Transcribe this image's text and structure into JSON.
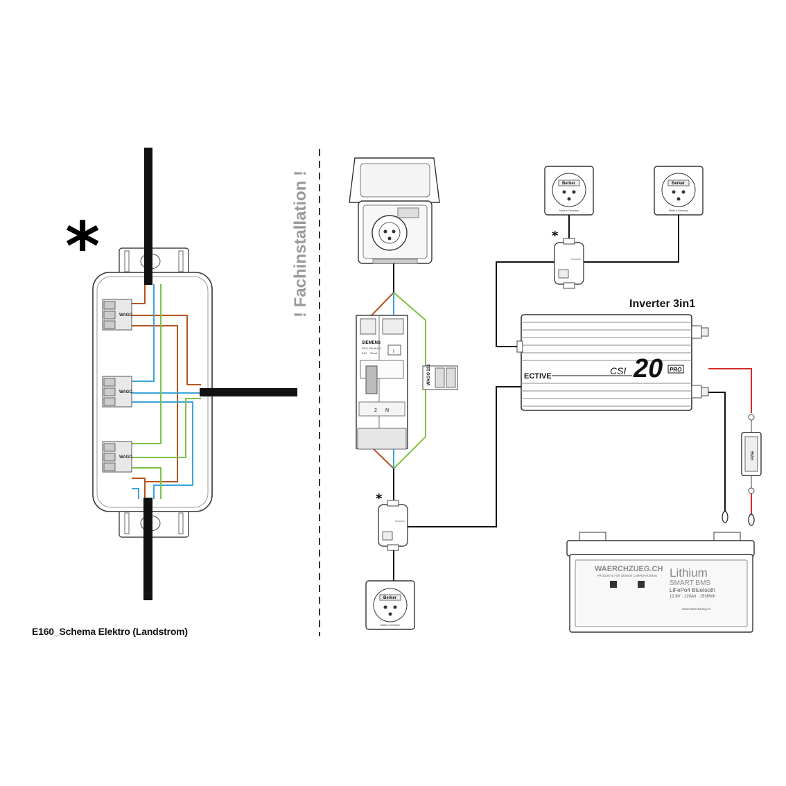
{
  "diagram": {
    "title": "E160_Schema Elektro (Landstrom)",
    "warning_label": "! Fachinstallation !",
    "marker_asterisk": "*",
    "components": {
      "junction_box": {
        "wago_label": "WAGO"
      },
      "rcbo": {
        "brand": "SIEMENS",
        "model": "5SU1 356-6KK13",
        "rating": "B13",
        "sensitivity": "30mA",
        "terminal_left": "2",
        "terminal_right": "N",
        "switch_state": "I"
      },
      "wago_connector": {
        "label": "WAGO 221"
      },
      "inverter": {
        "title": "Inverter 3in1",
        "brand": "ECTIVE",
        "model_prefix": "CSI",
        "model_number": "20",
        "model_suffix": "PRO"
      },
      "socket": {
        "brand": "Berker",
        "origin": "Made in Germany"
      },
      "battery": {
        "brand": "WAERCHZUEG.CH",
        "tagline": "PRODUKTE FÜR DEINEN CAMPERAUSBAU",
        "type": "Lithium",
        "bms": "SMART BMS",
        "chemistry": "LiFePo4 Bluetooth",
        "specs": "12.8V · 120Ah · 1536Wh",
        "website": "www.waerchzueg.ch"
      },
      "fuse": {
        "label": "FUSE"
      }
    },
    "colors": {
      "brown": "#b5541f",
      "blue": "#3aa4d8",
      "green": "#7cc242",
      "red": "#d62a2a",
      "black": "#111111",
      "grey_label": "#9a9a9a"
    }
  }
}
